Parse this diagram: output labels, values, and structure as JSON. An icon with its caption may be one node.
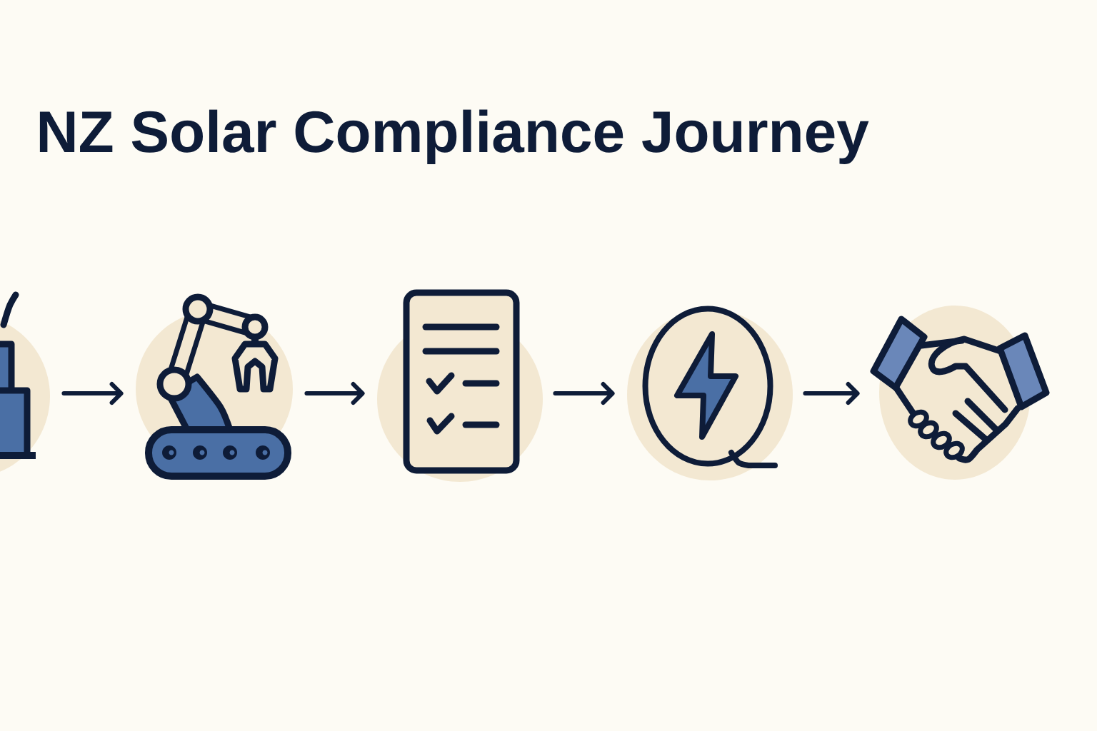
{
  "diagram": {
    "title": "NZ Solar Compliance Journey",
    "nodes": [
      {
        "text": [],
        "shape": "picture"
      },
      {
        "text": [],
        "shape": "picture"
      },
      {
        "text": [],
        "shape": "picture"
      },
      {
        "text": [],
        "shape": "picture"
      },
      {
        "text": [],
        "shape": "picture"
      }
    ],
    "edges": [
      {
        "from": 0,
        "to": 1,
        "arrow": "to"
      },
      {
        "from": 1,
        "to": 2,
        "arrow": "to"
      },
      {
        "from": 2,
        "to": 3,
        "arrow": "to"
      },
      {
        "from": 3,
        "to": 4,
        "arrow": "to"
      }
    ]
  }
}
